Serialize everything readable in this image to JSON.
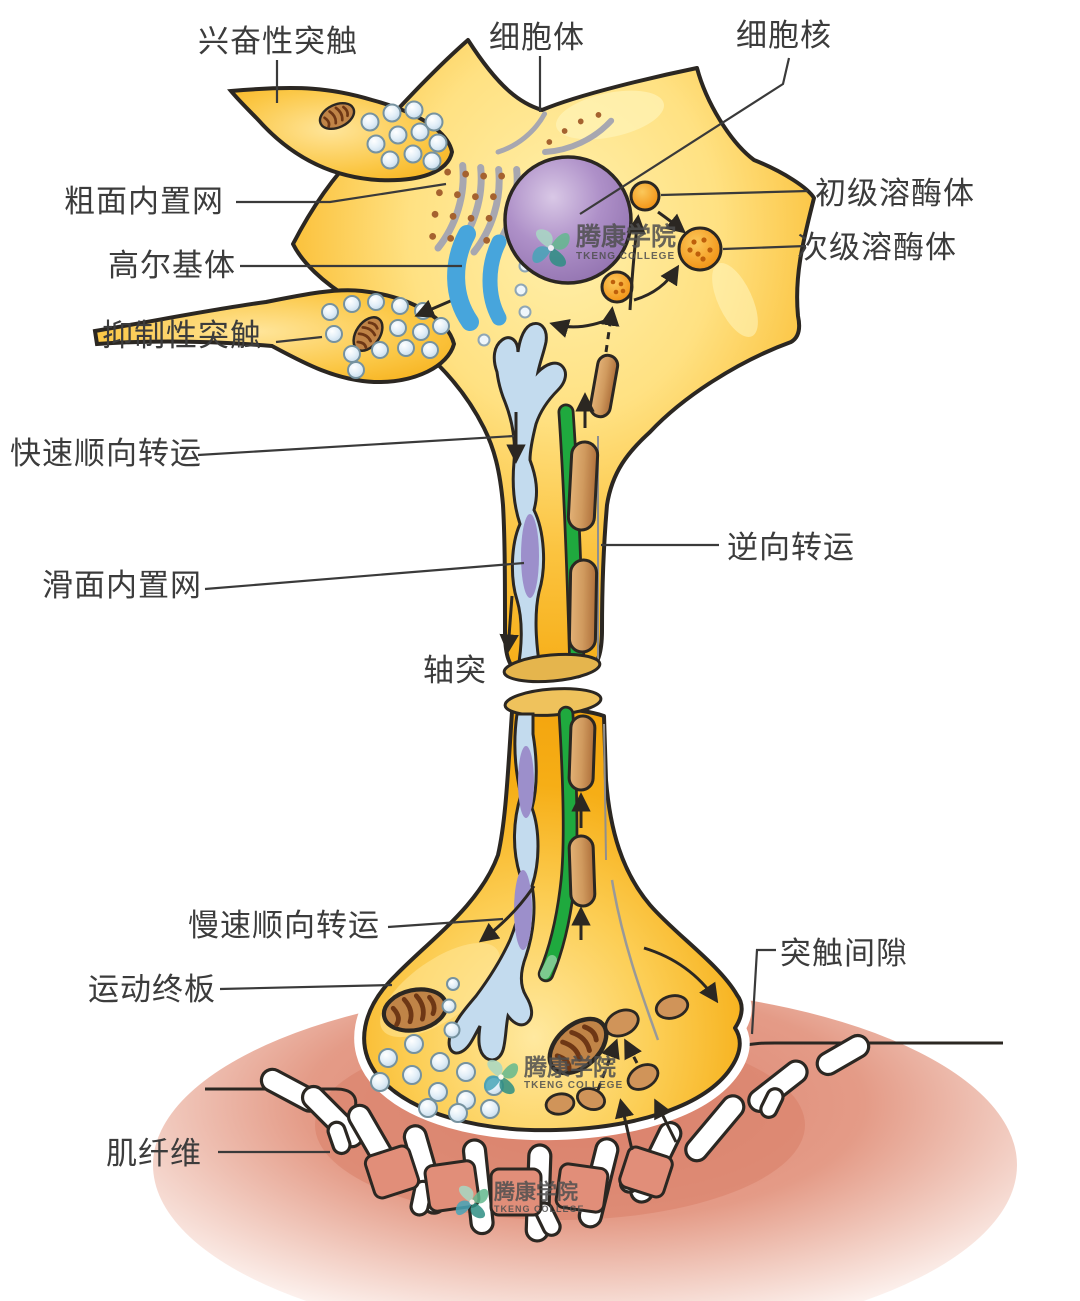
{
  "labels": {
    "excitatory_synapse": "兴奋性突触",
    "cell_body": "细胞体",
    "nucleus": "细胞核",
    "rough_er": "粗面内置网",
    "golgi": "高尔基体",
    "inhibitory_synapse": "抑制性突触",
    "primary_lysosome": "初级溶酶体",
    "secondary_lysosome": "次级溶酶体",
    "fast_anterograde": "快速顺向转运",
    "smooth_er": "滑面内置网",
    "axon": "轴突",
    "retrograde": "逆向转运",
    "slow_anterograde": "慢速顺向转运",
    "motor_end_plate": "运动终板",
    "synaptic_cleft": "突触间隙",
    "muscle_fiber": "肌纤维"
  },
  "watermark": {
    "cn": "腾康学院",
    "en": "TKENG COLLEGE"
  },
  "colors": {
    "soma_gold": "#F6AC14",
    "soma_light": "#FFF0AC",
    "nucleus_purple": "#A283BC",
    "golgi_blue": "#47A5DC",
    "microtubule_green": "#1FA93E",
    "lysosome_orange": "#F49B20",
    "vesicle_blue": "#D9E9F6",
    "transport_capsule_brown": "#C68A52",
    "smooth_er_blue": "#C3DBEE",
    "smooth_er_core_purple": "#9C8FCB",
    "muscle_pink": "#DD8571",
    "outline_dark": "#2B2722",
    "label_text": "#3C3C3C"
  }
}
